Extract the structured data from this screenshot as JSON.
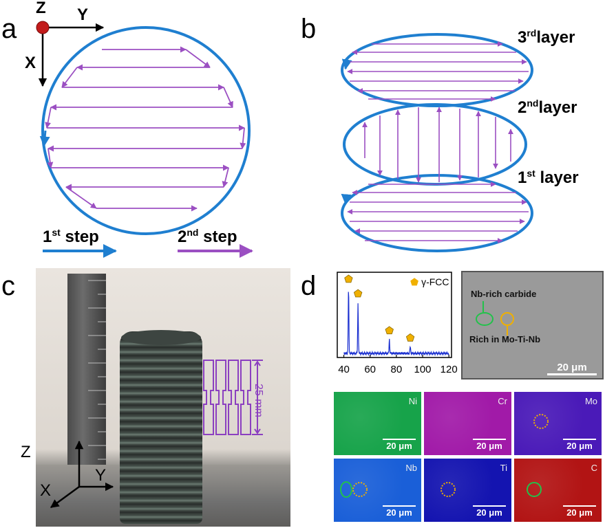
{
  "panels": {
    "a": {
      "label": "a",
      "axes": {
        "z": "Z",
        "y": "Y",
        "x": "X"
      },
      "step1": {
        "text": "1",
        "sup": "st",
        "tail": " step",
        "color": "#1f7fd0"
      },
      "step2": {
        "text": "2",
        "sup": "nd",
        "tail": " step",
        "color": "#9b4fc2"
      }
    },
    "b": {
      "label": "b",
      "layer3": {
        "num": "3",
        "sup": "rd",
        "tail": "layer"
      },
      "layer2": {
        "num": "2",
        "sup": "nd",
        "tail": "layer"
      },
      "layer1": {
        "num": "1",
        "sup": "st",
        "tail": " layer"
      }
    },
    "c": {
      "label": "c",
      "dimension": "25 mm",
      "axes": {
        "z": "Z",
        "y": "Y",
        "x": "X"
      }
    },
    "d": {
      "label": "d",
      "xrd_legend": "γ-FCC",
      "sem": {
        "carbide": "Nb-rich carbide",
        "rich": "Rich in Mo-Ti-Nb",
        "scale": "20 μm"
      },
      "maps": [
        {
          "el": "Ni",
          "scale": "20 μm",
          "color": "#17a34a"
        },
        {
          "el": "Cr",
          "scale": "20 μm",
          "color": "#a11aa8"
        },
        {
          "el": "Mo",
          "scale": "20 μm",
          "color": "#4a1ab8"
        },
        {
          "el": "Nb",
          "scale": "20 μm",
          "color": "#1a5fd8"
        },
        {
          "el": "Ti",
          "scale": "20 μm",
          "color": "#1414b0"
        },
        {
          "el": "C",
          "scale": "20 μm",
          "color": "#b21414"
        }
      ]
    }
  },
  "chart_data": {
    "type": "line",
    "title": "",
    "xlabel": "",
    "ylabel": "",
    "xlim": [
      35,
      122
    ],
    "xticks": [
      "40",
      "60",
      "80",
      "100",
      "120"
    ],
    "series": [
      {
        "name": "γ-FCC",
        "peaks": [
          [
            43.6,
            100
          ],
          [
            50.8,
            78
          ],
          [
            74.7,
            22
          ],
          [
            90.6,
            11
          ]
        ]
      }
    ],
    "marker_positions": [
      43.6,
      50.8,
      74.7,
      90.6
    ]
  }
}
